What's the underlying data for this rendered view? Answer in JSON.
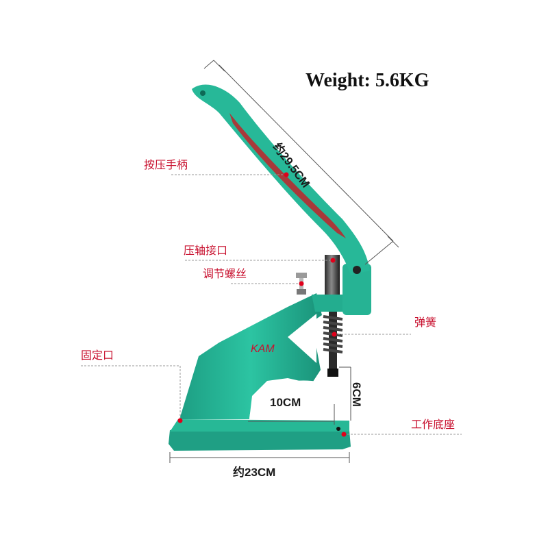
{
  "header": {
    "weight": "Weight: 5.6KG"
  },
  "brand": "KAM",
  "callouts": {
    "press_handle": "按压手柄",
    "shaft_interface": "压轴接口",
    "adjust_screw": "调节螺丝",
    "spring": "弹簧",
    "fixing_hole": "固定口",
    "work_base": "工作底座"
  },
  "dimensions": {
    "handle_length": "约29.5CM",
    "throat_depth": "10CM",
    "stroke_height": "6CM",
    "base_width": "约23CM"
  },
  "colors": {
    "machine_green": "#25b596",
    "callout_red": "#c8102e",
    "dot_red": "#e0001b",
    "grip_red": "#a8393a"
  }
}
